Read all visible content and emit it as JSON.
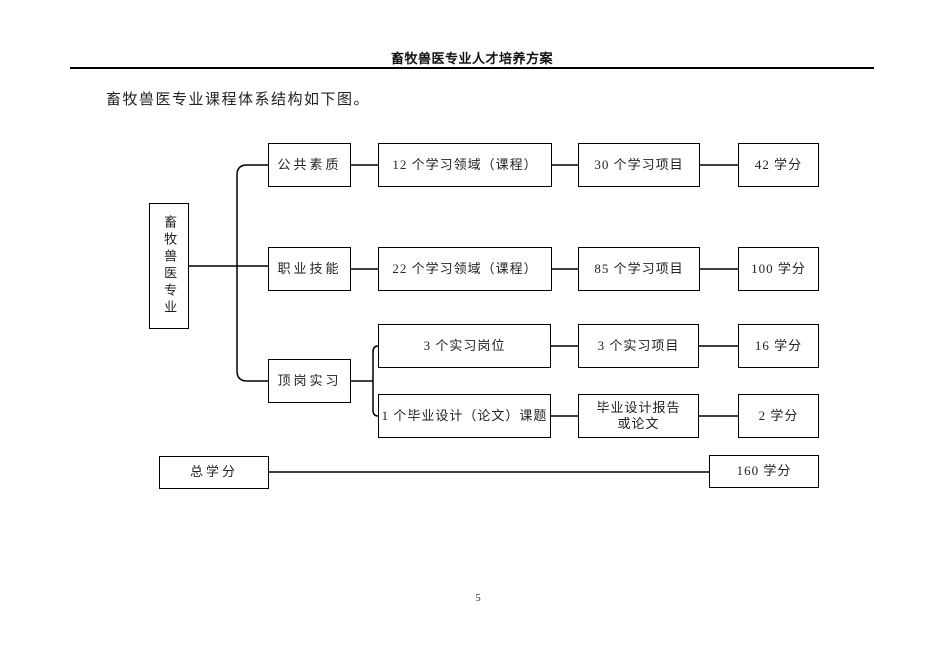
{
  "header": {
    "title": "畜牧兽医专业人才培养方案"
  },
  "intro": {
    "text": "畜牧兽医专业课程体系结构如下图。"
  },
  "diagram": {
    "root": "畜牧兽医专业",
    "branches": [
      {
        "label": "公共素质",
        "domain": "12 个学习领域（课程）",
        "projects": "30 个学习项目",
        "credits": "42 学分"
      },
      {
        "label": "职业技能",
        "domain": "22 个学习领域（课程）",
        "projects": "85 个学习项目",
        "credits": "100 学分"
      },
      {
        "label": "顶岗实习",
        "subs": [
          {
            "domain": "3 个实习岗位",
            "projects": "3 个实习项目",
            "credits": "16 学分"
          },
          {
            "domain": "1 个毕业设计（论文）课题",
            "projects": "毕业设计报告\n或论文",
            "credits": "2 学分"
          }
        ]
      }
    ],
    "total": {
      "label": "总学分",
      "credits": "160 学分"
    }
  },
  "footer": {
    "page_number": "5"
  }
}
